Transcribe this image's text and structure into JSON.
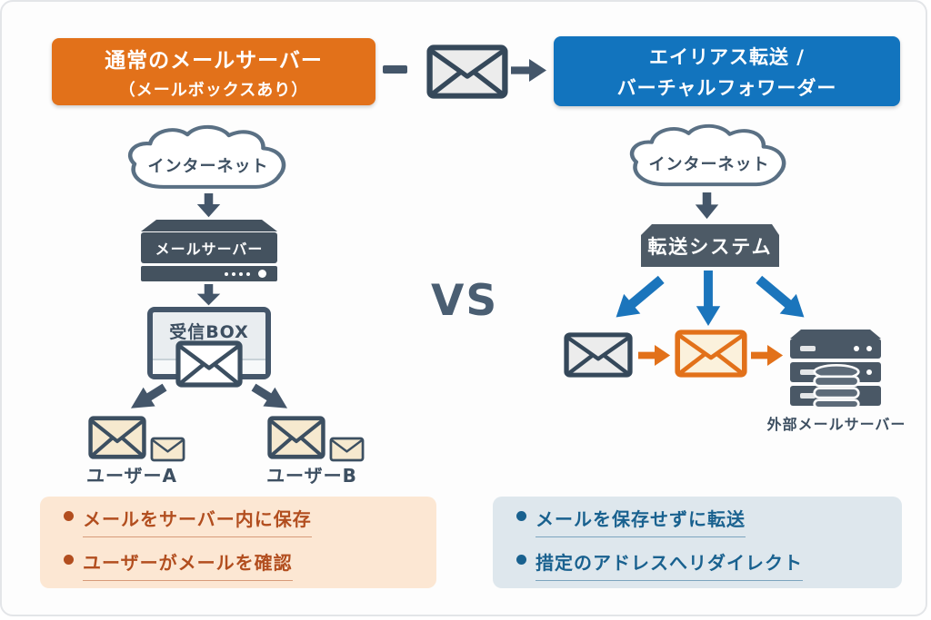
{
  "colors": {
    "orange": "#E2711A",
    "blue": "#1274BE",
    "slate": "#44566A",
    "slate_dark": "#3C4F61",
    "blue_arrow": "#1B75BC",
    "left_note_bg": "#FCE7D3",
    "left_note_text": "#B24E1F",
    "right_note_bg": "#DEE7ED",
    "right_note_text": "#19618F",
    "cream_envelope_fill": "#F6E9CF",
    "orange_envelope_fill": "#FBF1DC"
  },
  "headers": {
    "left": {
      "line1": "通常のメールサーバー",
      "line2": "（メールボックスあり）"
    },
    "right": {
      "line1": "エイリアス転送 /",
      "line2": "バーチャルフォワーダー"
    }
  },
  "vs_label": "VS",
  "left_flow": {
    "cloud_label": "インターネット",
    "server_label": "メールサーバー",
    "inbox_label": "受信BOX",
    "user_a_label": "ユーザーA",
    "user_b_label": "ユーザーB",
    "notes": [
      "メールをサーバー内に保存",
      "ユーザーがメールを確認"
    ]
  },
  "right_flow": {
    "cloud_label": "インターネット",
    "system_label": "転送システム",
    "external_server_label": "外部メールサーバー",
    "notes": [
      "メールを保存せずに転送",
      "措定のアドレスへリダイレクト"
    ]
  }
}
